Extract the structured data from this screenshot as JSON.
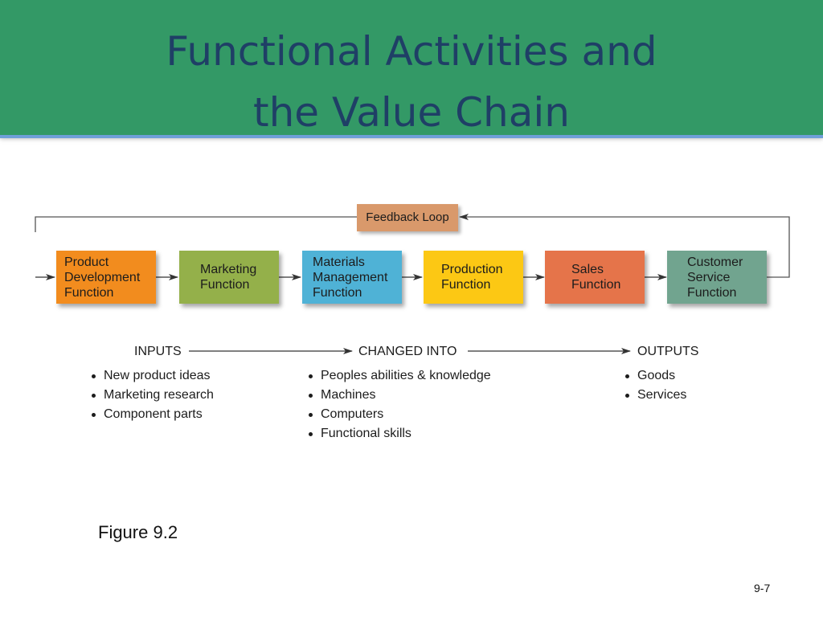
{
  "slide": {
    "title_lines": [
      "Functional Activities and",
      "the Value Chain"
    ],
    "caption": "Figure 9.2",
    "number": "9-7"
  },
  "diagram": {
    "feedback_label": "Feedback Loop",
    "functions": [
      {
        "lines": [
          "Product",
          "Development",
          "Function"
        ],
        "color": "#f28c1e"
      },
      {
        "lines": [
          "Marketing",
          "Function"
        ],
        "color": "#94b04a"
      },
      {
        "lines": [
          "Materials",
          "Management",
          "Function"
        ],
        "color": "#4fb2d6"
      },
      {
        "lines": [
          "Production",
          "Function"
        ],
        "color": "#fcc814"
      },
      {
        "lines": [
          "Sales",
          "Function"
        ],
        "color": "#e5744a"
      },
      {
        "lines": [
          "Customer",
          "Service",
          "Function"
        ],
        "color": "#71a48f"
      }
    ],
    "inputs": {
      "heading": "INPUTS",
      "items": [
        "New product ideas",
        "Marketing research",
        "Component parts"
      ]
    },
    "changed": {
      "heading": "CHANGED INTO",
      "items": [
        "Peoples abilities & knowledge",
        "Machines",
        "Computers",
        "Functional skills"
      ]
    },
    "outputs": {
      "heading": "OUTPUTS",
      "items": [
        "Goods",
        "Services"
      ]
    }
  }
}
